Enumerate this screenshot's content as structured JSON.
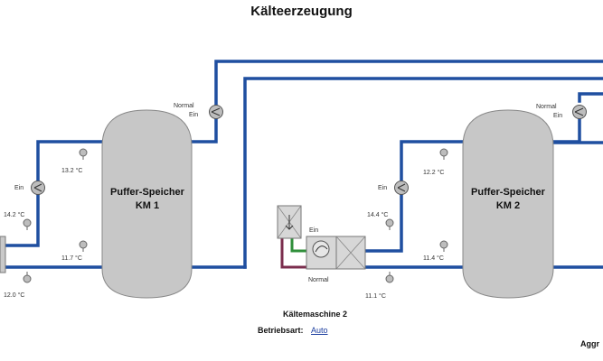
{
  "page_title": "Kälteerzeugung",
  "colors": {
    "pipe": "#1f4fa0",
    "pipe_hot": "#7b2d4d",
    "pipe_green": "#2f8f3a",
    "tank": "#c7c7c7",
    "pump": "#bdbdbd"
  },
  "km1": {
    "tank_title": "Puffer-Speicher",
    "tank_sub": "KM 1",
    "pump_top_status_1": "Normal",
    "pump_top_status_2": "Ein",
    "pump_left_status": "Ein",
    "temp_upper": "13.2 °C",
    "temp_lower": "11.7 °C",
    "temp_left_upper": "14.2 °C",
    "temp_left_lower": "12.0 °C"
  },
  "km2": {
    "tank_title": "Puffer-Speicher",
    "tank_sub": "KM 2",
    "pump_top_status_1": "Normal",
    "pump_top_status_2": "Ein",
    "pump_left_status": "Ein",
    "temp_upper": "12.2 °C",
    "temp_lower": "11.4 °C",
    "temp_left_upper": "14.4 °C",
    "temp_left_lower": "11.1 °C"
  },
  "machine2": {
    "status_on": "Ein",
    "status_mode": "Normal",
    "name": "Kältemaschine 2",
    "betriebsart_label": "Betriebsart:",
    "betriebsart_value": "Auto"
  },
  "cut_off_label": "Aggr"
}
